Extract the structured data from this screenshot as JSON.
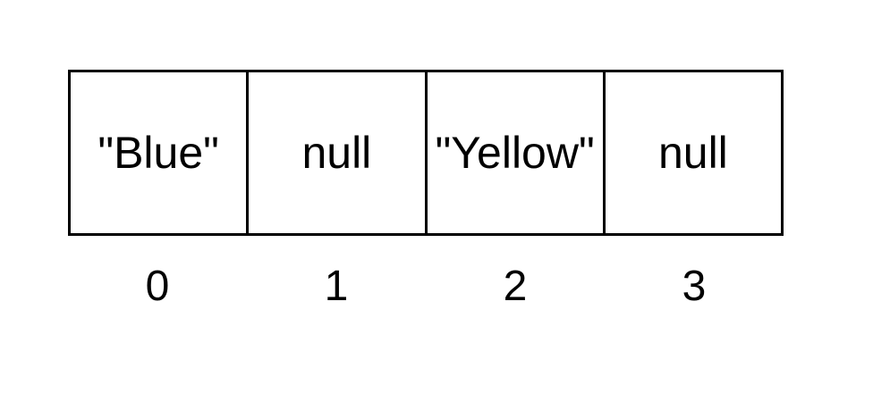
{
  "array": {
    "cells": [
      {
        "value": "\"Blue\"",
        "index": "0"
      },
      {
        "value": "null",
        "index": "1"
      },
      {
        "value": "\"Yellow\"",
        "index": "2"
      },
      {
        "value": "null",
        "index": "3"
      }
    ]
  }
}
